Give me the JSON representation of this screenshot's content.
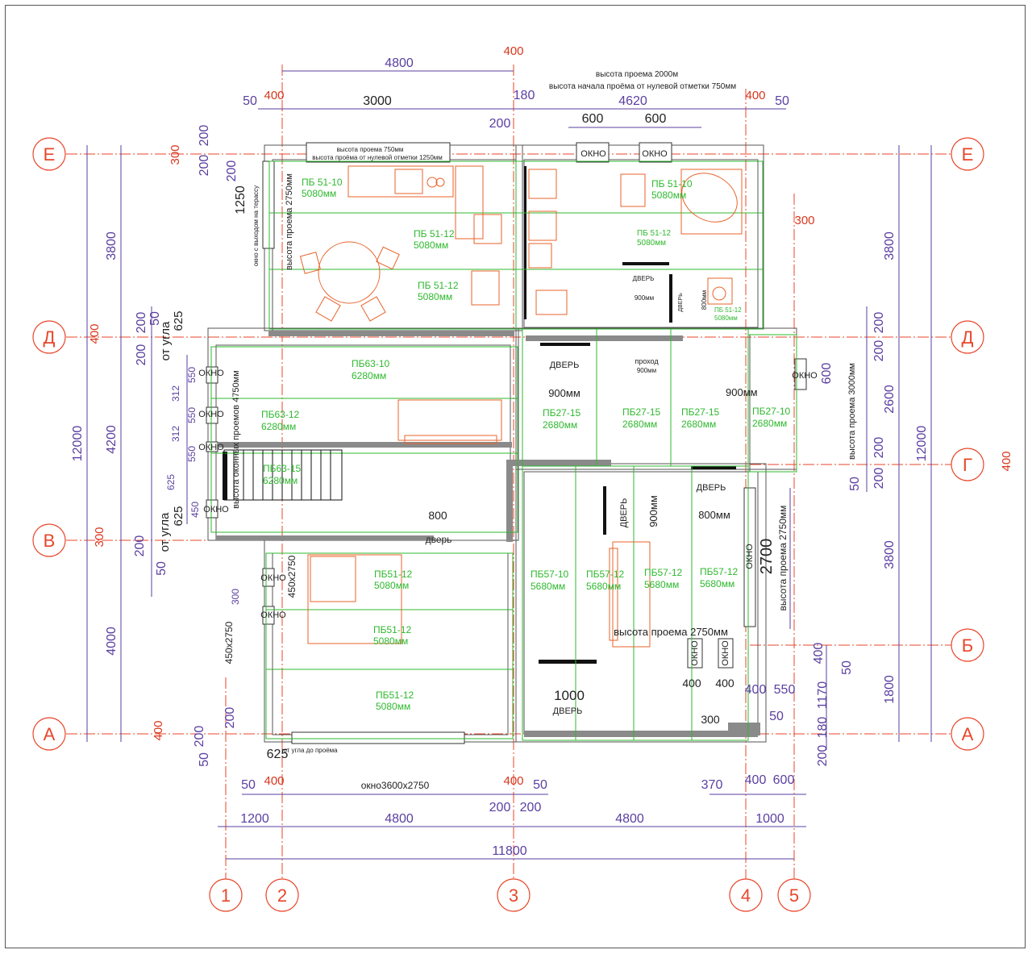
{
  "colors": {
    "axis": "#e8462a",
    "dim": "#5a3fa0",
    "wall": "#555555",
    "slab": "#2fb82f",
    "furn": "#e8632a",
    "text": "#222222",
    "hatch": "#8a8a8a"
  },
  "axes": {
    "rows": [
      "Е",
      "Д",
      "Г",
      "В",
      "Б",
      "А"
    ],
    "cols": [
      "1",
      "2",
      "3",
      "4",
      "5"
    ]
  },
  "dims": {
    "top": [
      "4800",
      "400",
      "3000",
      "4620",
      "400",
      "50",
      "50",
      "400",
      "180",
      "200",
      "600",
      "600",
      "300"
    ],
    "bottom": [
      "1200",
      "4800",
      "4800",
      "1000",
      "11800",
      "50",
      "400",
      "400",
      "50",
      "200",
      "200",
      "370",
      "400",
      "600",
      "625"
    ],
    "left": [
      "3800",
      "4200",
      "4000",
      "12000",
      "300",
      "200",
      "50",
      "200",
      "400",
      "200",
      "550",
      "312",
      "550",
      "312",
      "550",
      "625",
      "450",
      "200",
      "300",
      "50",
      "400",
      "200",
      "200",
      "50"
    ],
    "right": [
      "3800",
      "2600",
      "3800",
      "1800",
      "12000",
      "200",
      "200",
      "400",
      "200",
      "50",
      "400",
      "50",
      "1170",
      "180",
      "200",
      "600",
      "550",
      "50",
      "400",
      "400",
      "400",
      "300",
      "1000",
      "2700",
      "800",
      "900мм",
      "800мм",
      "900мм",
      "1250"
    ]
  },
  "notes": {
    "opening_h": "высота проема 2000м",
    "opening_start": "высота начала проёма от нулевой отметки 750мм",
    "opening_750": "высота проема 750мм",
    "opening_start_1250": "высота проёма от нулевой отметки 1250мм",
    "opening_2750": "высота проема 2750мм",
    "terrace": "окно с выходом на терассу",
    "windows_4750": "высота оконных проемов 4750мм",
    "opening_3000": "высота проема 3000мм",
    "opening_2750_right": "высота проема 2750мм",
    "opening_2750_bottom": "высота проема 2750мм",
    "window_3600": "окно3600х2750",
    "corner_opening": "от угла до проёма",
    "from_corner": "от угла",
    "size_450": "450х2750",
    "passage": "проход"
  },
  "labels": {
    "window": "ОКНО",
    "door": "ДВЕРЬ",
    "door_lc": "дверь",
    "door_upper": "ДВЕРЬ"
  },
  "slabs": [
    {
      "name": "ПБ 51-10",
      "len": "5080мм"
    },
    {
      "name": "ПБ 51-12",
      "len": "5080мм"
    },
    {
      "name": "ПБ 51-12",
      "len": "5080мм"
    },
    {
      "name": "ПБ 51-10",
      "len": "5080мм"
    },
    {
      "name": "ПБ 51-12",
      "len": "5080мм"
    },
    {
      "name": "ПБ 51-12",
      "len": "5080мм"
    },
    {
      "name": "ПБ63-10",
      "len": "6280мм"
    },
    {
      "name": "ПБ63-12",
      "len": "6280мм"
    },
    {
      "name": "ПБ63-15",
      "len": "6280мм"
    },
    {
      "name": "ПБ27-15",
      "len": "2680мм"
    },
    {
      "name": "ПБ27-15",
      "len": "2680мм"
    },
    {
      "name": "ПБ27-15",
      "len": "2680мм"
    },
    {
      "name": "ПБ27-10",
      "len": "2680мм"
    },
    {
      "name": "ПБ51-12",
      "len": "5080мм"
    },
    {
      "name": "ПБ51-12",
      "len": "5080мм"
    },
    {
      "name": "ПБ51-12",
      "len": "5080мм"
    },
    {
      "name": "ПБ57-10",
      "len": "5680мм"
    },
    {
      "name": "ПБ57-12",
      "len": "5680мм"
    },
    {
      "name": "ПБ57-12",
      "len": "5680мм"
    },
    {
      "name": "ПБ57-12",
      "len": "5680мм"
    }
  ],
  "door_sizes": {
    "d900": "900мм",
    "d800": "800мм",
    "d1000": "1000",
    "d900b": "900мм",
    "d800b": "800мм"
  }
}
